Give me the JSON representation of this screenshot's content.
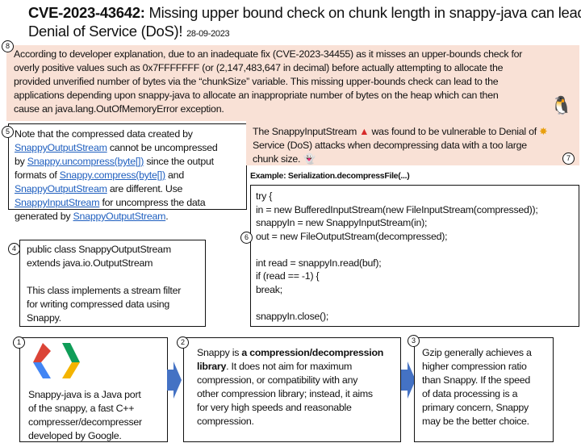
{
  "title": {
    "cve": "CVE-2023-43642:",
    "text_line1": " Missing upper bound check on chunk length in snappy-java can lead to",
    "text_line2": "Denial of Service (DoS)! ",
    "date": "28-09-2023"
  },
  "step8": {
    "number": "8",
    "lines": [
      "According to developer explanation, due to an inadequate fix (CVE-2023-34455) as it misses an upper-bounds check for",
      "overly positive values such as 0x7FFFFFFF (or (2,147,483,647 in decimal) before actually attempting to allocate the",
      "provided unverified number of bytes via the “chunkSize” variable. This missing upper-bounds check can lead to the",
      "applications depending upon snappy-java to allocate an inappropriate number of bytes on the heap which can then",
      "cause an java.lang.OutOfMemoryError exception."
    ]
  },
  "step5": {
    "number": "5",
    "t1": "Note that the compressed data created by",
    "l1": "SnappyOutputStream",
    "t2": " cannot be uncompressed",
    "t3": "by ",
    "l2": "Snappy.uncompress(byte[])",
    "t4": " since the output",
    "t5": "formats of ",
    "l3": "Snappy.compress(byte[])",
    "t6": " and",
    "l4": "SnappyOutputStream",
    "t7": " are different. Use",
    "l5": "SnappyInputStream",
    "t8": " for uncompress the data",
    "t9": "generated by ",
    "l6": "SnappyOutputStream",
    "t10": "."
  },
  "step7": {
    "number": "7",
    "t1": "The SnappyInputStream ",
    "t2": " was found to be vulnerable to Denial of",
    "t3": "Service (DoS) attacks when decompressing data with a too large",
    "t4": "chunk size. "
  },
  "example_label": "Example: Serialization.decompressFile(...)",
  "step6": {
    "number": "6",
    "code_lines": [
      "try {",
      " in = new BufferedInputStream(new FileInputStream(compressed));",
      " snappyIn = new SnappyInputStream(in);",
      " out = new FileOutputStream(decompressed);",
      "",
      "  int read = snappyIn.read(buf);",
      "  if (read == -1) {",
      "   break;",
      "",
      "  snappyIn.close();"
    ]
  },
  "step4": {
    "number": "4",
    "lines": [
      "public class SnappyOutputStream",
      "extends java.io.OutputStream",
      "",
      "This class implements a stream filter",
      "for writing compressed data using",
      "Snappy."
    ]
  },
  "step1": {
    "number": "1",
    "lines": [
      "Snappy-java is a Java port",
      "of the snappy, a fast C++",
      "compresser/decompresser",
      "developed by Google."
    ]
  },
  "step2": {
    "number": "2",
    "t1": "Snappy is ",
    "b1": "a compression/decompression",
    "b2": "library",
    "lines": [
      ". It does not aim for maximum",
      "compression, or compatibility with any",
      "other compression library; instead, it aims",
      "for very high speeds and reasonable",
      "compression."
    ]
  },
  "step3": {
    "number": "3",
    "lines": [
      "Gzip generally achieves a",
      "higher compression ratio",
      "than Snappy. If the speed",
      "of data processing is a",
      "primary concern, Snappy",
      "may be the better choice."
    ]
  },
  "colors": {
    "pink": "#f9e1d6",
    "link": "#1f5fbf",
    "arrow": "#4472c4"
  }
}
